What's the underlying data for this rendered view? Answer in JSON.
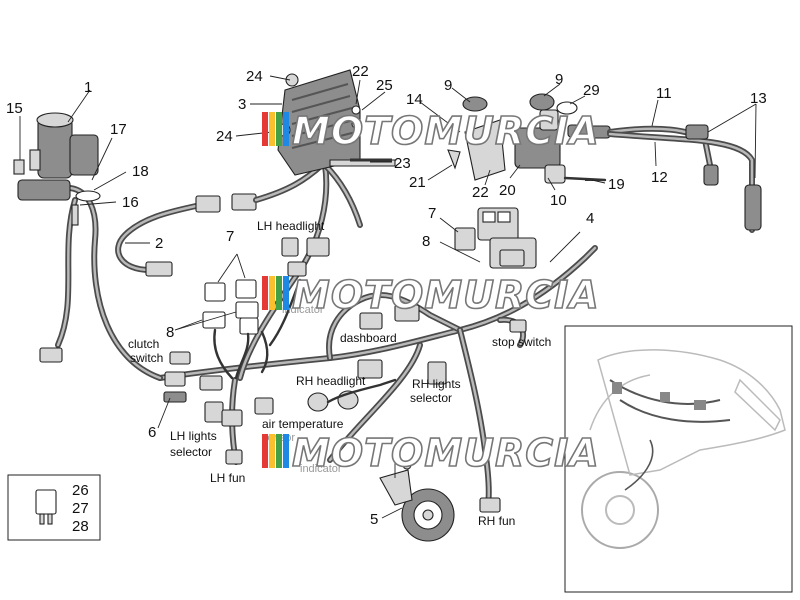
{
  "callouts": {
    "n1": "1",
    "n2": "2",
    "n3": "3",
    "n4": "4",
    "n5": "5",
    "n6": "6",
    "n7a": "7",
    "n7b": "7",
    "n8a": "8",
    "n8b": "8",
    "n9a": "9",
    "n9b": "9",
    "n10": "10",
    "n11": "11",
    "n12": "12",
    "n13": "13",
    "n14": "14",
    "n15": "15",
    "n16": "16",
    "n17": "17",
    "n18": "18",
    "n19": "19",
    "n20": "20",
    "n21": "21",
    "n22a": "22",
    "n22b": "22",
    "n23": "23",
    "n24a": "24",
    "n24b": "24",
    "n25": "25",
    "n29": "29"
  },
  "labels": {
    "lh_headlight": "LH headlight",
    "clutch_switch_1": "clutch",
    "clutch_switch_2": "switch",
    "dashboard": "dashboard",
    "stop_switch": "stop switch",
    "rh_headlight": "RH headlight",
    "rh_lights_1": "RH lights",
    "rh_lights_2": "selector",
    "lh_lights_1": "LH lights",
    "lh_lights_2": "selector",
    "air_temperature": "air temperature",
    "air_sensor_partial": "sensor",
    "lh_fun": "LH fun",
    "rh_fun": "RH fun",
    "indicator_1": "indicator",
    "indicator_2": "indicator"
  },
  "fuse_box": {
    "n26": "26",
    "n27": "27",
    "n28": "28"
  },
  "watermark": {
    "text": "MOTOMURCIA",
    "colors": [
      "#e53935",
      "#fbc02d",
      "#43a047",
      "#1e88e5"
    ]
  }
}
